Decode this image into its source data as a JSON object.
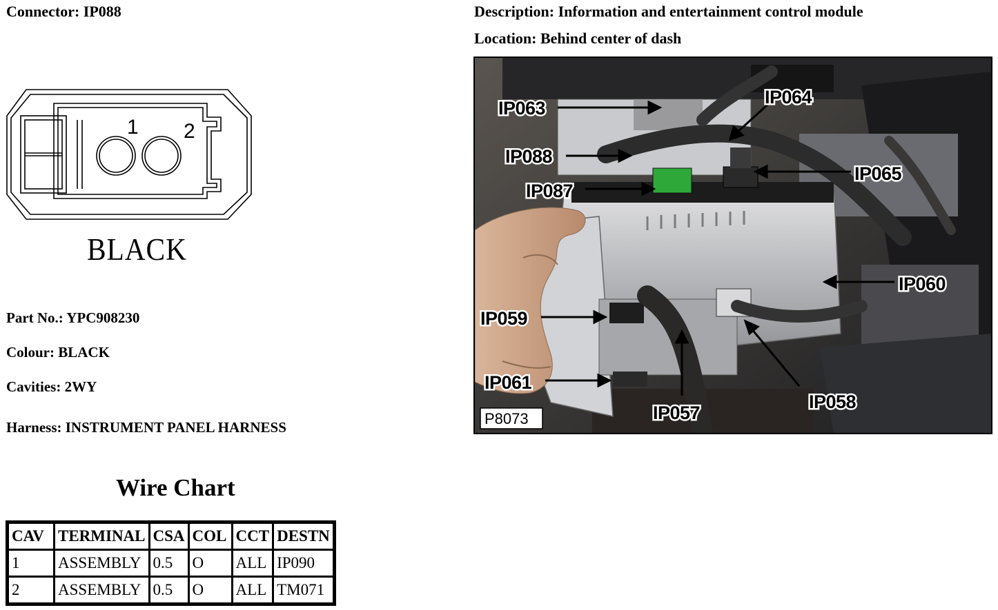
{
  "header": {
    "connector": "Connector: IP088",
    "description": "Description: Information and entertainment control module",
    "location": "Location: Behind center of dash"
  },
  "connector_diagram": {
    "color_label": "BLACK",
    "cavity_labels": [
      "1",
      "2"
    ]
  },
  "details": {
    "part_no": "Part No.: YPC908230",
    "colour": "Colour: BLACK",
    "cavities": "Cavities: 2WY",
    "harness": "Harness: INSTRUMENT PANEL HARNESS"
  },
  "wire_chart": {
    "title": "Wire Chart",
    "headers": [
      "CAV",
      "TERMINAL",
      "CSA",
      "COL",
      "CCT",
      "DESTN"
    ],
    "rows": [
      [
        "1",
        "ASSEMBLY",
        "0.5",
        "O",
        "ALL",
        "IP090"
      ],
      [
        "2",
        "ASSEMBLY",
        "0.5",
        "O",
        "ALL",
        "TM071"
      ]
    ]
  },
  "photo": {
    "id": "P8073",
    "callouts": {
      "ip063": "IP063",
      "ip064": "IP064",
      "ip088": "IP088",
      "ip065": "IP065",
      "ip087": "IP087",
      "ip060": "IP060",
      "ip059": "IP059",
      "ip061": "IP061",
      "ip058": "IP058",
      "ip057": "IP057"
    }
  }
}
